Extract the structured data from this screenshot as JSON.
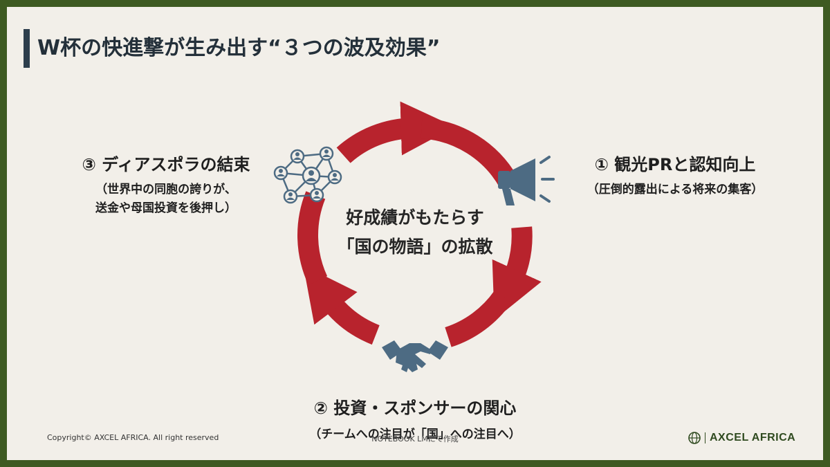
{
  "title": "W杯の快進撃が生み出す“３つの波及効果”",
  "center": {
    "line1": "好成績がもたらす",
    "line2": "「国の物語」の拡散"
  },
  "effects": [
    {
      "heading": "① 観光PRと認知向上",
      "sub": [
        "（圧倒的露出による将来の集客）"
      ],
      "icon": "megaphone-icon"
    },
    {
      "heading": "② 投資・スポンサーの関心",
      "sub": [
        "（チームへの注目が「国」への注目へ）"
      ],
      "icon": "handshake-icon"
    },
    {
      "heading": "③ ディアスポラの結束",
      "sub": [
        "（世界中の同胞の誇りが、",
        "送金や母国投資を後押し）"
      ],
      "icon": "network-icon"
    }
  ],
  "colors": {
    "frame": "#3e5a22",
    "background": "#f2efe9",
    "arrow": "#b8232d",
    "icon": "#4d6b83",
    "title_bar": "#2d3e4c"
  },
  "footer": {
    "copyright": "Copyright©  AXCEL AFRICA. All right reserved",
    "note": "NOTEBOOK LMにて作成",
    "brand": "AXCEL AFRICA",
    "brand_icon": "globe-icon"
  }
}
